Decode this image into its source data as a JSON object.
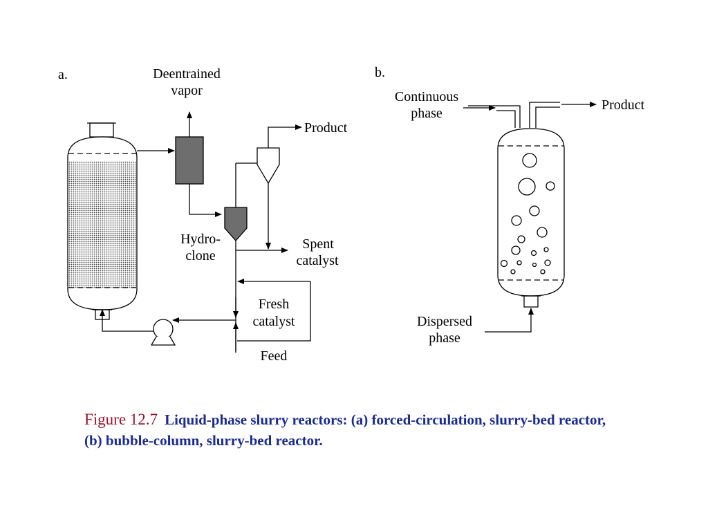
{
  "panel_a": {
    "label": "a.",
    "deentrained_vapor": [
      "Deentrained",
      "vapor"
    ],
    "product": "Product",
    "hydroclone": [
      "Hydro-",
      "clone"
    ],
    "spent_catalyst": [
      "Spent",
      "catalyst"
    ],
    "fresh_catalyst": [
      "Fresh",
      "catalyst"
    ],
    "feed": "Feed"
  },
  "panel_b": {
    "label": "b.",
    "continuous_phase": [
      "Continuous",
      "phase"
    ],
    "product": "Product",
    "dispersed_phase": [
      "Dispersed",
      "phase"
    ]
  },
  "caption": {
    "figure_label": "Figure 12.7",
    "text": "Liquid-phase slurry reactors: (a) forced-circulation, slurry-bed reactor, (b) bubble-column, slurry-bed reactor."
  },
  "colors": {
    "caption_label": "#a0102a",
    "caption_text": "#1a2a96",
    "equipment_fill": "#6e6e6e"
  }
}
